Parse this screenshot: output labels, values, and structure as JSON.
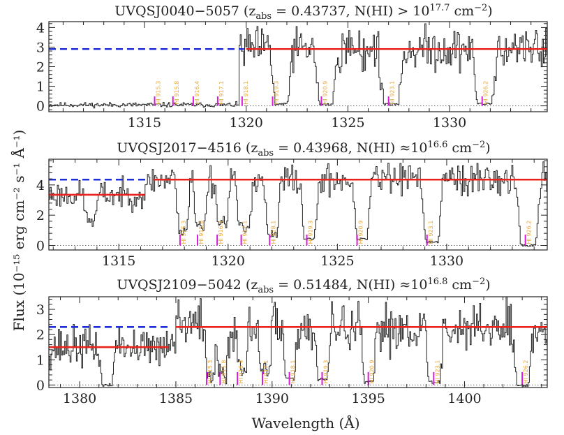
{
  "chart_data": {
    "type": "line",
    "xlabel": "Wavelength (Å)",
    "ylabel": "Flux (10⁻¹⁵ erg cm⁻² s⁻¹ Å⁻¹)",
    "colors": {
      "spectrum": "#222222",
      "continuum_fit": "#e8231c",
      "continuum_guess": "#1f2fd6",
      "line_marker": "#d81ad8",
      "line_label": "#e8a838",
      "zero_line": "#666666"
    },
    "panels": [
      {
        "title_main": "UVQSJ0040−5057 (z",
        "title_sub": "abs",
        "title_mid": " = 0.43737, N(HI) > 10",
        "title_sup": "17.7",
        "title_unit": " cm",
        "title_unit_sup": "−2",
        "title_end": ")",
        "xlim": [
          1310.3,
          1334.8
        ],
        "ylim": [
          -0.3,
          4.3
        ],
        "xticks": [
          1315,
          1320,
          1325,
          1330
        ],
        "yticks": [
          0,
          1,
          2,
          3,
          4
        ],
        "seed": 11,
        "base_left": 0.05,
        "noise_left": 0.06,
        "jump_x": 1319.6,
        "base_right": 2.9,
        "noise_right": 0.55,
        "fit_red": [
          {
            "x0": 1320.0,
            "x1": 1334.8,
            "y": 2.9
          }
        ],
        "fit_blue": [
          {
            "x0": 1310.3,
            "x1": 1319.9,
            "y": 2.9
          }
        ],
        "absorbers": [
          {
            "x": 1321.7,
            "w": 0.55,
            "depth": 0.97
          },
          {
            "x": 1323.9,
            "w": 0.6,
            "depth": 0.97
          },
          {
            "x": 1327.1,
            "w": 0.65,
            "depth": 0.97
          },
          {
            "x": 1331.7,
            "w": 0.65,
            "depth": 0.97
          }
        ],
        "lines": [
          {
            "x": 1315.5,
            "label": "HI 915.3"
          },
          {
            "x": 1316.4,
            "label": "HI 915.8"
          },
          {
            "x": 1317.4,
            "label": "HI 916.4"
          },
          {
            "x": 1318.6,
            "label": "HI 917.1"
          },
          {
            "x": 1319.8,
            "label": "HI 918.1"
          },
          {
            "x": 1321.3,
            "label": "HI 919.3"
          },
          {
            "x": 1323.7,
            "label": "HI 920.9"
          },
          {
            "x": 1327.0,
            "label": "HI 923.1"
          },
          {
            "x": 1331.6,
            "label": "HI 926.2"
          }
        ]
      },
      {
        "title_main": "UVQSJ2017−4516 (z",
        "title_sub": "abs",
        "title_mid": " = 0.43968, N(HI) ≈10",
        "title_sup": "16.6",
        "title_unit": " cm",
        "title_unit_sup": "−2",
        "title_end": ")",
        "xlim": [
          1311.8,
          1334.6
        ],
        "ylim": [
          -0.3,
          5.7
        ],
        "xticks": [
          1315,
          1320,
          1325,
          1330
        ],
        "yticks": [
          0,
          2,
          4
        ],
        "seed": 23,
        "base_left": 3.35,
        "noise_left": 0.45,
        "jump_x": 1316.3,
        "base_right": 4.35,
        "noise_right": 0.55,
        "fit_red": [
          {
            "x0": 1311.8,
            "x1": 1316.2,
            "y": 3.35
          },
          {
            "x0": 1316.6,
            "x1": 1334.6,
            "y": 4.35
          }
        ],
        "fit_blue": [
          {
            "x0": 1311.8,
            "x1": 1316.4,
            "y": 4.35
          }
        ],
        "absorbers": [
          {
            "x": 1313.7,
            "w": 0.35,
            "depth": 0.5
          },
          {
            "x": 1317.9,
            "w": 0.35,
            "depth": 0.75
          },
          {
            "x": 1318.7,
            "w": 0.35,
            "depth": 0.7
          },
          {
            "x": 1319.7,
            "w": 0.35,
            "depth": 0.65
          },
          {
            "x": 1320.7,
            "w": 0.4,
            "depth": 0.75
          },
          {
            "x": 1322.0,
            "w": 0.4,
            "depth": 0.85
          },
          {
            "x": 1323.7,
            "w": 0.45,
            "depth": 0.9
          },
          {
            "x": 1326.1,
            "w": 0.45,
            "depth": 0.9
          },
          {
            "x": 1329.3,
            "w": 0.5,
            "depth": 0.95
          },
          {
            "x": 1333.7,
            "w": 0.6,
            "depth": 1.0
          }
        ],
        "lines": [
          {
            "x": 1317.8,
            "label": "HI 915.3"
          },
          {
            "x": 1318.6,
            "label": "HI 915.8"
          },
          {
            "x": 1319.5,
            "label": "HI 916.4"
          },
          {
            "x": 1320.6,
            "label": "HI 917.1"
          },
          {
            "x": 1321.9,
            "label": "HI 918.1"
          },
          {
            "x": 1323.6,
            "label": "HI 919.3"
          },
          {
            "x": 1325.9,
            "label": "HI 920.9"
          },
          {
            "x": 1329.1,
            "label": "HI 923.1"
          },
          {
            "x": 1333.6,
            "label": "HI 926.2"
          }
        ]
      },
      {
        "title_main": "UVQSJ2109−5042 (z",
        "title_sub": "abs",
        "title_mid": " = 0.51484, N(HI) ≈10",
        "title_sup": "16.8",
        "title_unit": " cm",
        "title_unit_sup": "−2",
        "title_end": ")",
        "xlim": [
          1378.4,
          1404.3
        ],
        "ylim": [
          -0.1,
          3.5
        ],
        "xticks": [
          1380,
          1385,
          1390,
          1395,
          1400
        ],
        "yticks": [
          0,
          1,
          2,
          3
        ],
        "seed": 37,
        "base_left": 1.5,
        "noise_left": 0.4,
        "jump_x": 1385.0,
        "base_right": 2.3,
        "noise_right": 0.5,
        "fit_red": [
          {
            "x0": 1378.4,
            "x1": 1384.6,
            "y": 1.5
          },
          {
            "x0": 1385.0,
            "x1": 1404.3,
            "y": 2.3
          }
        ],
        "fit_blue": [
          {
            "x0": 1378.4,
            "x1": 1384.6,
            "y": 2.3
          }
        ],
        "absorbers": [
          {
            "x": 1381.4,
            "w": 0.45,
            "depth": 1.0
          },
          {
            "x": 1386.8,
            "w": 0.35,
            "depth": 0.8
          },
          {
            "x": 1387.4,
            "w": 0.35,
            "depth": 0.75
          },
          {
            "x": 1388.4,
            "w": 0.35,
            "depth": 0.7
          },
          {
            "x": 1389.6,
            "w": 0.4,
            "depth": 0.8
          },
          {
            "x": 1390.9,
            "w": 0.4,
            "depth": 0.9
          },
          {
            "x": 1392.6,
            "w": 0.45,
            "depth": 0.9
          },
          {
            "x": 1395.0,
            "w": 0.45,
            "depth": 0.95
          },
          {
            "x": 1398.4,
            "w": 0.5,
            "depth": 0.95
          },
          {
            "x": 1403.0,
            "w": 0.55,
            "depth": 1.0
          }
        ],
        "lines": [
          {
            "x": 1386.6,
            "label": "HI 915.3"
          },
          {
            "x": 1387.3,
            "label": "HI 915.8"
          },
          {
            "x": 1388.2,
            "label": "HI 916.4"
          },
          {
            "x": 1389.5,
            "label": "HI 917.1"
          },
          {
            "x": 1390.9,
            "label": "HI 918.1"
          },
          {
            "x": 1392.6,
            "label": "HI 919.3"
          },
          {
            "x": 1395.0,
            "label": "HI 920.9"
          },
          {
            "x": 1398.4,
            "label": "HI 923.1"
          },
          {
            "x": 1403.0,
            "label": "HI 926.2"
          }
        ]
      }
    ]
  }
}
